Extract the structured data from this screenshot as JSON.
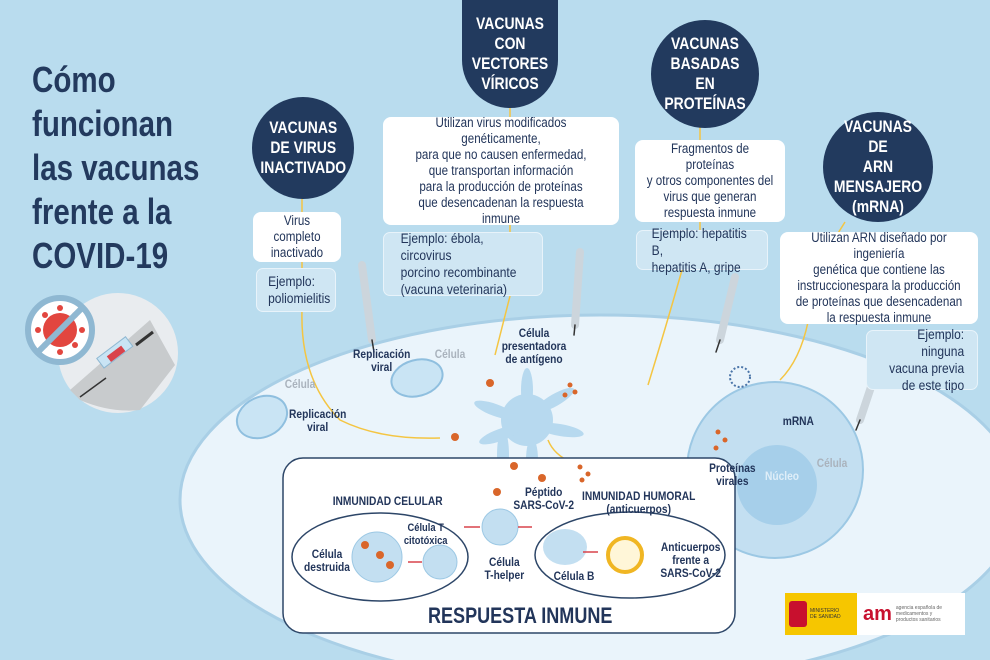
{
  "title": "Cómo\nfuncionan\nlas vacunas\nfrente a la\nCOVID-19",
  "vaccine_types": [
    {
      "heading": "VACUNAS\nDE VIRUS\nINACTIVADO",
      "description": "Virus completo\ninactivado",
      "example": "Ejemplo:\npoliomielitis"
    },
    {
      "heading": "VACUNAS\nCON VECTORES\nVÍRICOS",
      "description": "Utilizan virus modificados genéticamente,\npara que no causen enfermedad,\nque transportan información\npara la producción de proteínas\nque desencadenan la respuesta inmune",
      "example": "Ejemplo: ébola, circovirus\nporcino recombinante\n(vacuna veterinaria)"
    },
    {
      "heading": "VACUNAS\nBASADAS EN\nPROTEÍNAS",
      "description": "Fragmentos de proteínas\ny otros componentes del\nvirus que generan\nrespuesta inmune",
      "example": "Ejemplo: hepatitis B,\nhepatitis A, gripe"
    },
    {
      "heading": "VACUNAS DE\nARN MENSAJERO\n(mRNA)",
      "description": "Utilizan ARN diseñado por ingeniería\ngenética que contiene las\ninstruccionespara la producción\nde proteínas que desencadenan\nla respuesta inmune",
      "example": "Ejemplo: ninguna\nvacuna previa\nde este tipo"
    }
  ],
  "diagram_labels": {
    "cell_1": "Célula",
    "viral_replication_1": "Replicación\nviral",
    "cell_2": "Célula",
    "viral_replication_2": "Replicación\nviral",
    "antigen_presenting_cell": "Célula\npresentadora\nde antígeno",
    "peptide": "Péptido\nSARS-CoV-2",
    "cellular_immunity": "INMUNIDAD CELULAR",
    "humoral_immunity": "INMUNIDAD HUMORAL\n(anticuerpos)",
    "cytotoxic_t_cell": "Célula T\ncitotóxica",
    "destroyed_cell": "Célula\ndestruida",
    "t_helper": "Célula\nT-helper",
    "b_cell": "Célula B",
    "antibodies": "Anticuerpos\nfrente a\nSARS-CoV-2",
    "mrna": "mRNA",
    "viral_proteins": "Proteínas\nvirales",
    "nucleus": "Núcleo",
    "cell_3": "Célula",
    "immune_response": "RESPUESTA INMUNE"
  },
  "logos": {
    "ministry": "MINISTERIO\nDE SANIDAD",
    "agency": "agencia española de\nmedicamentos y\nproductos sanitarios"
  },
  "colors": {
    "background": "#b9dcee",
    "navy": "#223a5e",
    "accent_yellow": "#f4c542",
    "virus_orange": "#d9662a",
    "arrow_red": "#d9434b"
  }
}
